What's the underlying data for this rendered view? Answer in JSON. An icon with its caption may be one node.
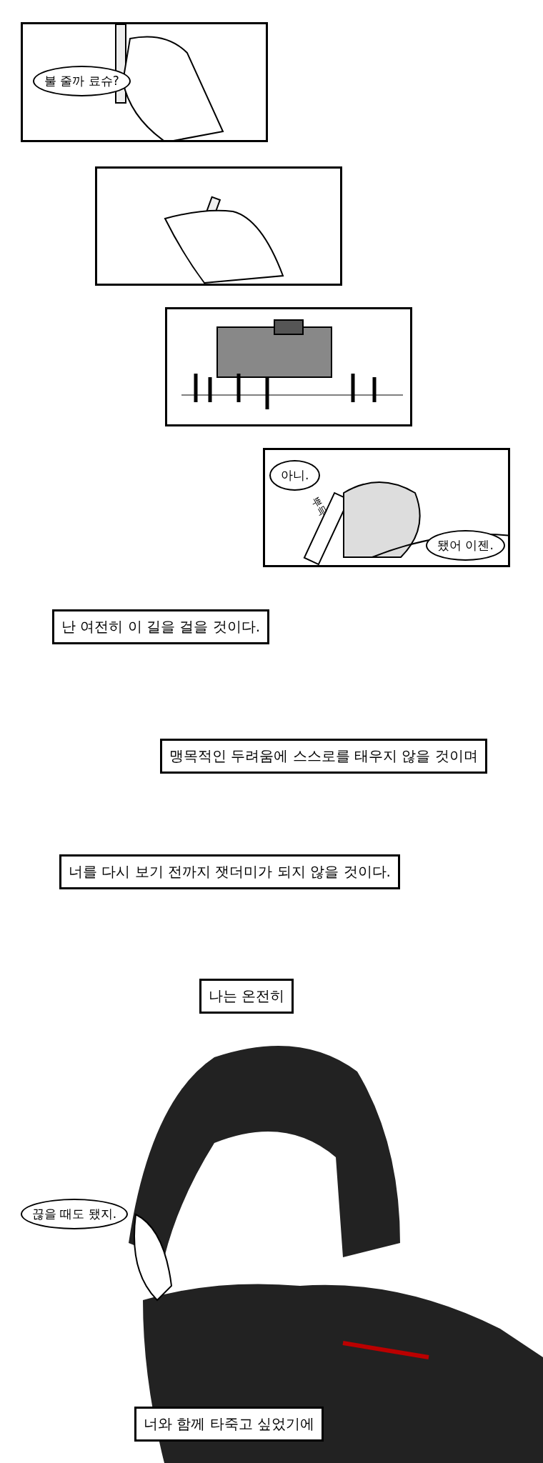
{
  "diagram": {
    "nodes": [
      {
        "text": [],
        "shape": "picture"
      },
      {
        "text": [
          "불 줄까 료슈?"
        ],
        "in": 0
      },
      {
        "text": [],
        "shape": "picture"
      },
      {
        "text": [],
        "shape": "picture"
      },
      {
        "text": [],
        "shape": "picture"
      },
      {
        "text": [
          "아니."
        ],
        "in": 4
      },
      {
        "text": [
          "됐어 이젠."
        ],
        "in": 4
      },
      {
        "text": [
          "난 여전히 이 길을 걸을 것이다."
        ]
      },
      {
        "text": [
          "맹목적인 두려움에 스스로를 태우지 않을 것이며"
        ]
      },
      {
        "text": [
          "너를 다시 보기 전까지 잿더미가 되지 않을 것이다."
        ]
      },
      {
        "text": [
          "나는 온전히"
        ]
      },
      {
        "text": [
          "끊을 때도 됐지."
        ]
      },
      {
        "text": [
          "너와 함께 타죽고 싶었기에"
        ]
      }
    ],
    "edges": [],
    "labels": [
      "뿌득"
    ]
  }
}
